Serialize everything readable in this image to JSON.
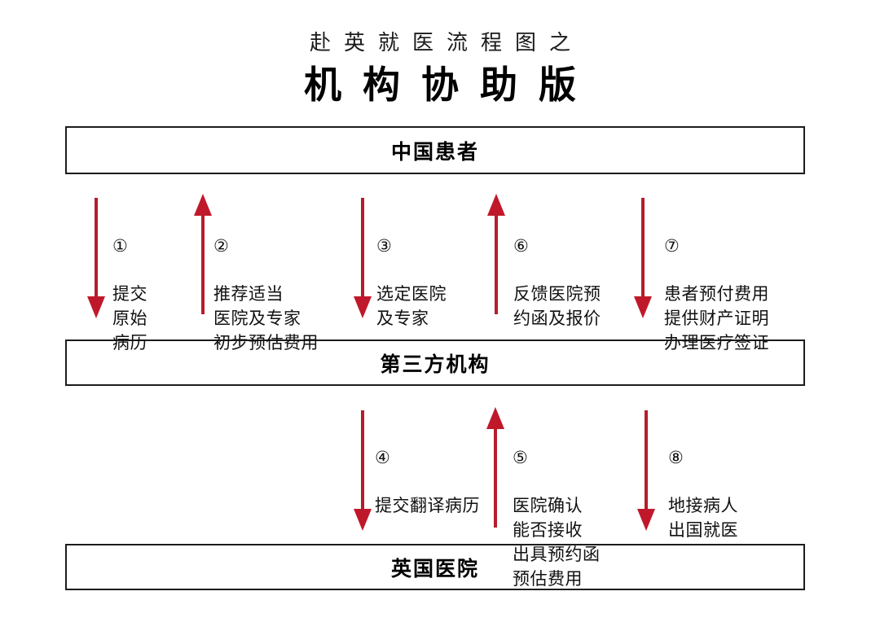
{
  "title": {
    "subtitle": "赴英就医流程图之",
    "main": "机构协助版"
  },
  "stages": [
    {
      "id": "patient",
      "label": "中国患者"
    },
    {
      "id": "agency",
      "label": "第三方机构"
    },
    {
      "id": "hospital",
      "label": "英国医院"
    }
  ],
  "colors": {
    "arrow_red": "#B51D2A",
    "arrow_head_red": "#C0182B",
    "box_border": "#1c1c1c",
    "text": "#111111",
    "background": "#ffffff"
  },
  "steps": [
    {
      "number": "①",
      "text": "提交\n原始\n病历",
      "direction": "down",
      "from": "中国患者",
      "to": "第三方机构"
    },
    {
      "number": "②",
      "text": "推荐适当\n医院及专家\n初步预估费用",
      "direction": "up",
      "from": "第三方机构",
      "to": "中国患者"
    },
    {
      "number": "③",
      "text": "选定医院\n及专家",
      "direction": "down",
      "from": "中国患者",
      "to": "第三方机构"
    },
    {
      "number": "④",
      "text": "提交翻译病历",
      "direction": "down",
      "from": "第三方机构",
      "to": "英国医院"
    },
    {
      "number": "⑤",
      "text": "医院确认\n能否接收\n出具预约函\n预估费用",
      "direction": "up",
      "from": "英国医院",
      "to": "第三方机构"
    },
    {
      "number": "⑥",
      "text": "反馈医院预\n约函及报价",
      "direction": "up",
      "from": "第三方机构",
      "to": "中国患者"
    },
    {
      "number": "⑦",
      "text": "患者预付费用\n提供财产证明\n办理医疗签证",
      "direction": "down",
      "from": "中国患者",
      "to": "第三方机构"
    },
    {
      "number": "⑧",
      "text": "地接病人\n出国就医",
      "direction": "down",
      "from": "第三方机构",
      "to": "英国医院"
    }
  ]
}
